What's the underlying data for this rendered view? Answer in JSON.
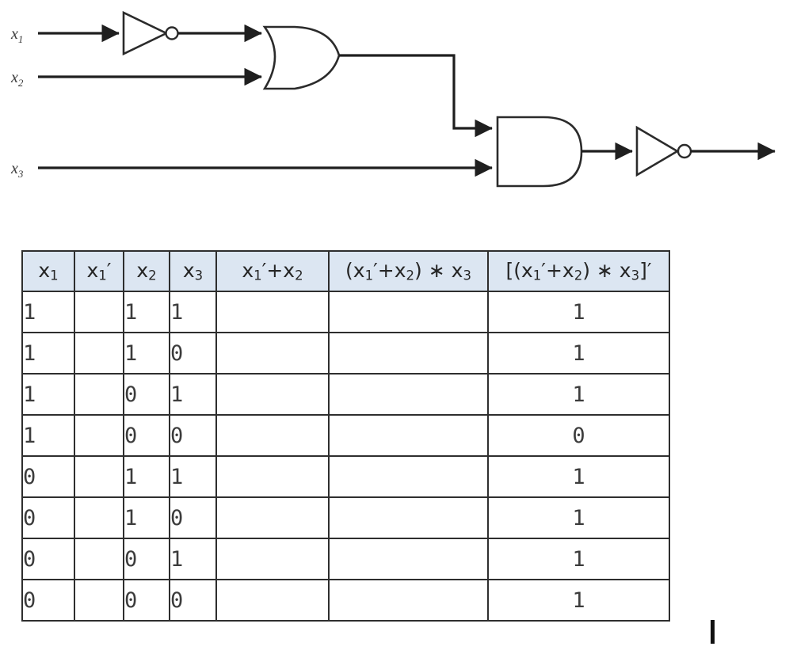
{
  "diagram": {
    "name": "logic-circuit",
    "description": "Logic circuit: x1 inverted, ORed with x2, ANDed with x3, then inverted",
    "inputs": [
      {
        "id": "x1",
        "label": "x",
        "subscript": "1"
      },
      {
        "id": "x2",
        "label": "x",
        "subscript": "2"
      },
      {
        "id": "x3",
        "label": "x",
        "subscript": "3"
      }
    ],
    "gates": [
      {
        "id": "not-1",
        "type": "NOT",
        "name": "not-gate-x1"
      },
      {
        "id": "or-1",
        "type": "OR",
        "name": "or-gate"
      },
      {
        "id": "and-1",
        "type": "AND",
        "name": "and-gate"
      },
      {
        "id": "not-2",
        "type": "NOT",
        "name": "not-gate-output"
      }
    ],
    "output": {
      "id": "out",
      "label": ""
    }
  },
  "table": {
    "name": "truth-table",
    "headers": [
      {
        "id": "h-x1",
        "html": "x<span class=\"sub\">1</span>"
      },
      {
        "id": "h-x1p",
        "html": "x<span class=\"sub\">1</span><span class=\"prime\">′</span>"
      },
      {
        "id": "h-x2",
        "html": "x<span class=\"sub\">2</span>"
      },
      {
        "id": "h-x3",
        "html": "x<span class=\"sub\">3</span>"
      },
      {
        "id": "h-x1p-x2",
        "html": "x<span class=\"sub\">1</span><span class=\"prime\">′</span>+x<span class=\"sub\">2</span>"
      },
      {
        "id": "h-and",
        "html": "(x<span class=\"sub\">1</span><span class=\"prime\">′</span>+x<span class=\"sub\">2</span>) ∗ x<span class=\"sub\">3</span>"
      },
      {
        "id": "h-out",
        "html": "[(x<span class=\"sub\">1</span><span class=\"prime\">′</span>+x<span class=\"sub\">2</span>) ∗ x<span class=\"sub\">3</span>]<span class=\"prime\">′</span>"
      }
    ],
    "header_text": [
      "x1",
      "x1′",
      "x2",
      "x3",
      "x1′+x2",
      "(x1′+x2) ∗ x3",
      "[(x1′+x2) ∗ x3]′"
    ],
    "rows": [
      {
        "x1": "1",
        "x1p": "",
        "x2": "1",
        "x3": "1",
        "or": "",
        "and": "",
        "out": "1"
      },
      {
        "x1": "1",
        "x1p": "",
        "x2": "1",
        "x3": "0",
        "or": "",
        "and": "",
        "out": "1"
      },
      {
        "x1": "1",
        "x1p": "",
        "x2": "0",
        "x3": "1",
        "or": "",
        "and": "",
        "out": "1"
      },
      {
        "x1": "1",
        "x1p": "",
        "x2": "0",
        "x3": "0",
        "or": "",
        "and": "",
        "out": "0"
      },
      {
        "x1": "0",
        "x1p": "",
        "x2": "1",
        "x3": "1",
        "or": "",
        "and": "",
        "out": "1"
      },
      {
        "x1": "0",
        "x1p": "",
        "x2": "1",
        "x3": "0",
        "or": "",
        "and": "",
        "out": "1"
      },
      {
        "x1": "0",
        "x1p": "",
        "x2": "0",
        "x3": "1",
        "or": "",
        "and": "",
        "out": "1"
      },
      {
        "x1": "0",
        "x1p": "",
        "x2": "0",
        "x3": "0",
        "or": "",
        "and": "",
        "out": "1"
      }
    ]
  },
  "colors": {
    "header_bg": "#dce6f2",
    "border": "#2e2e2e",
    "ink": "#1f1f1f",
    "page_bg": "#ffffff"
  },
  "caret": {
    "name": "text-caret",
    "visible": true
  }
}
